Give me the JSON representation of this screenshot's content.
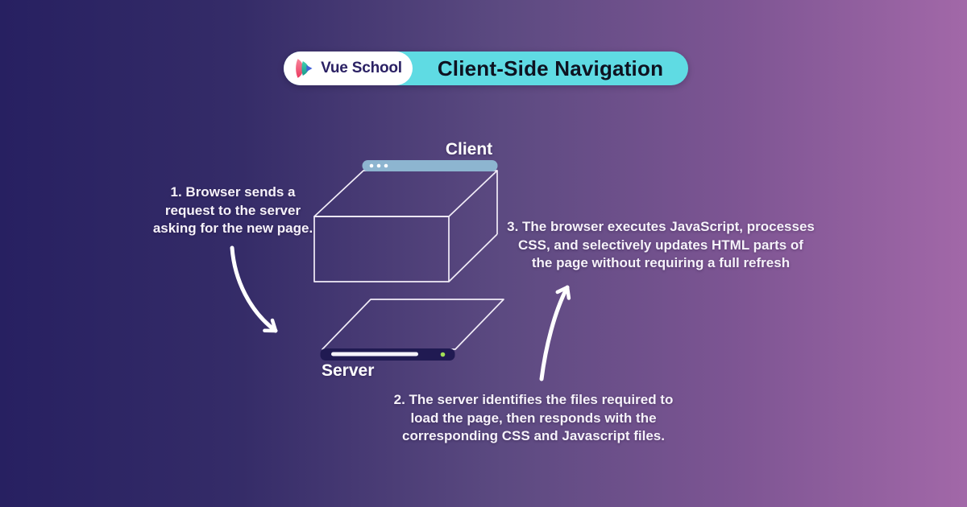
{
  "header": {
    "brand": "Vue School",
    "title": "Client-Side Navigation"
  },
  "diagram": {
    "client_label": "Client",
    "server_label": "Server",
    "steps": [
      {
        "number": "1",
        "lines": [
          "1. Browser sends a",
          "request to the server",
          "asking for the new page."
        ]
      },
      {
        "number": "2",
        "lines": [
          "2. The server identifies the files required to",
          "load the page, then responds with the",
          "corresponding CSS and Javascript files."
        ]
      },
      {
        "number": "3",
        "lines": [
          "3. The browser executes JavaScript, processes",
          "CSS, and selectively updates HTML parts of",
          "the page without requiring a full refresh"
        ]
      }
    ]
  },
  "icons": {
    "logo": "vue-school-logo-icon",
    "browser_window_dots": "browser-window-dots-icon",
    "server_led": "server-led-icon",
    "arrow_client_to_server": "curved-arrow-down-right-icon",
    "arrow_server_to_client": "curved-arrow-up-icon"
  },
  "colors": {
    "background_left": "#272061",
    "background_right": "#a268a8",
    "badge_accent": "#5fdbe3",
    "badge_title_text": "#0e1220",
    "brand_text": "#2b2164",
    "wireframe_outline": "#f2edf8",
    "browser_bar": "#8db5d0",
    "server_front": "#201a52",
    "server_led": "#a2df56",
    "arrow": "#ffffff"
  }
}
